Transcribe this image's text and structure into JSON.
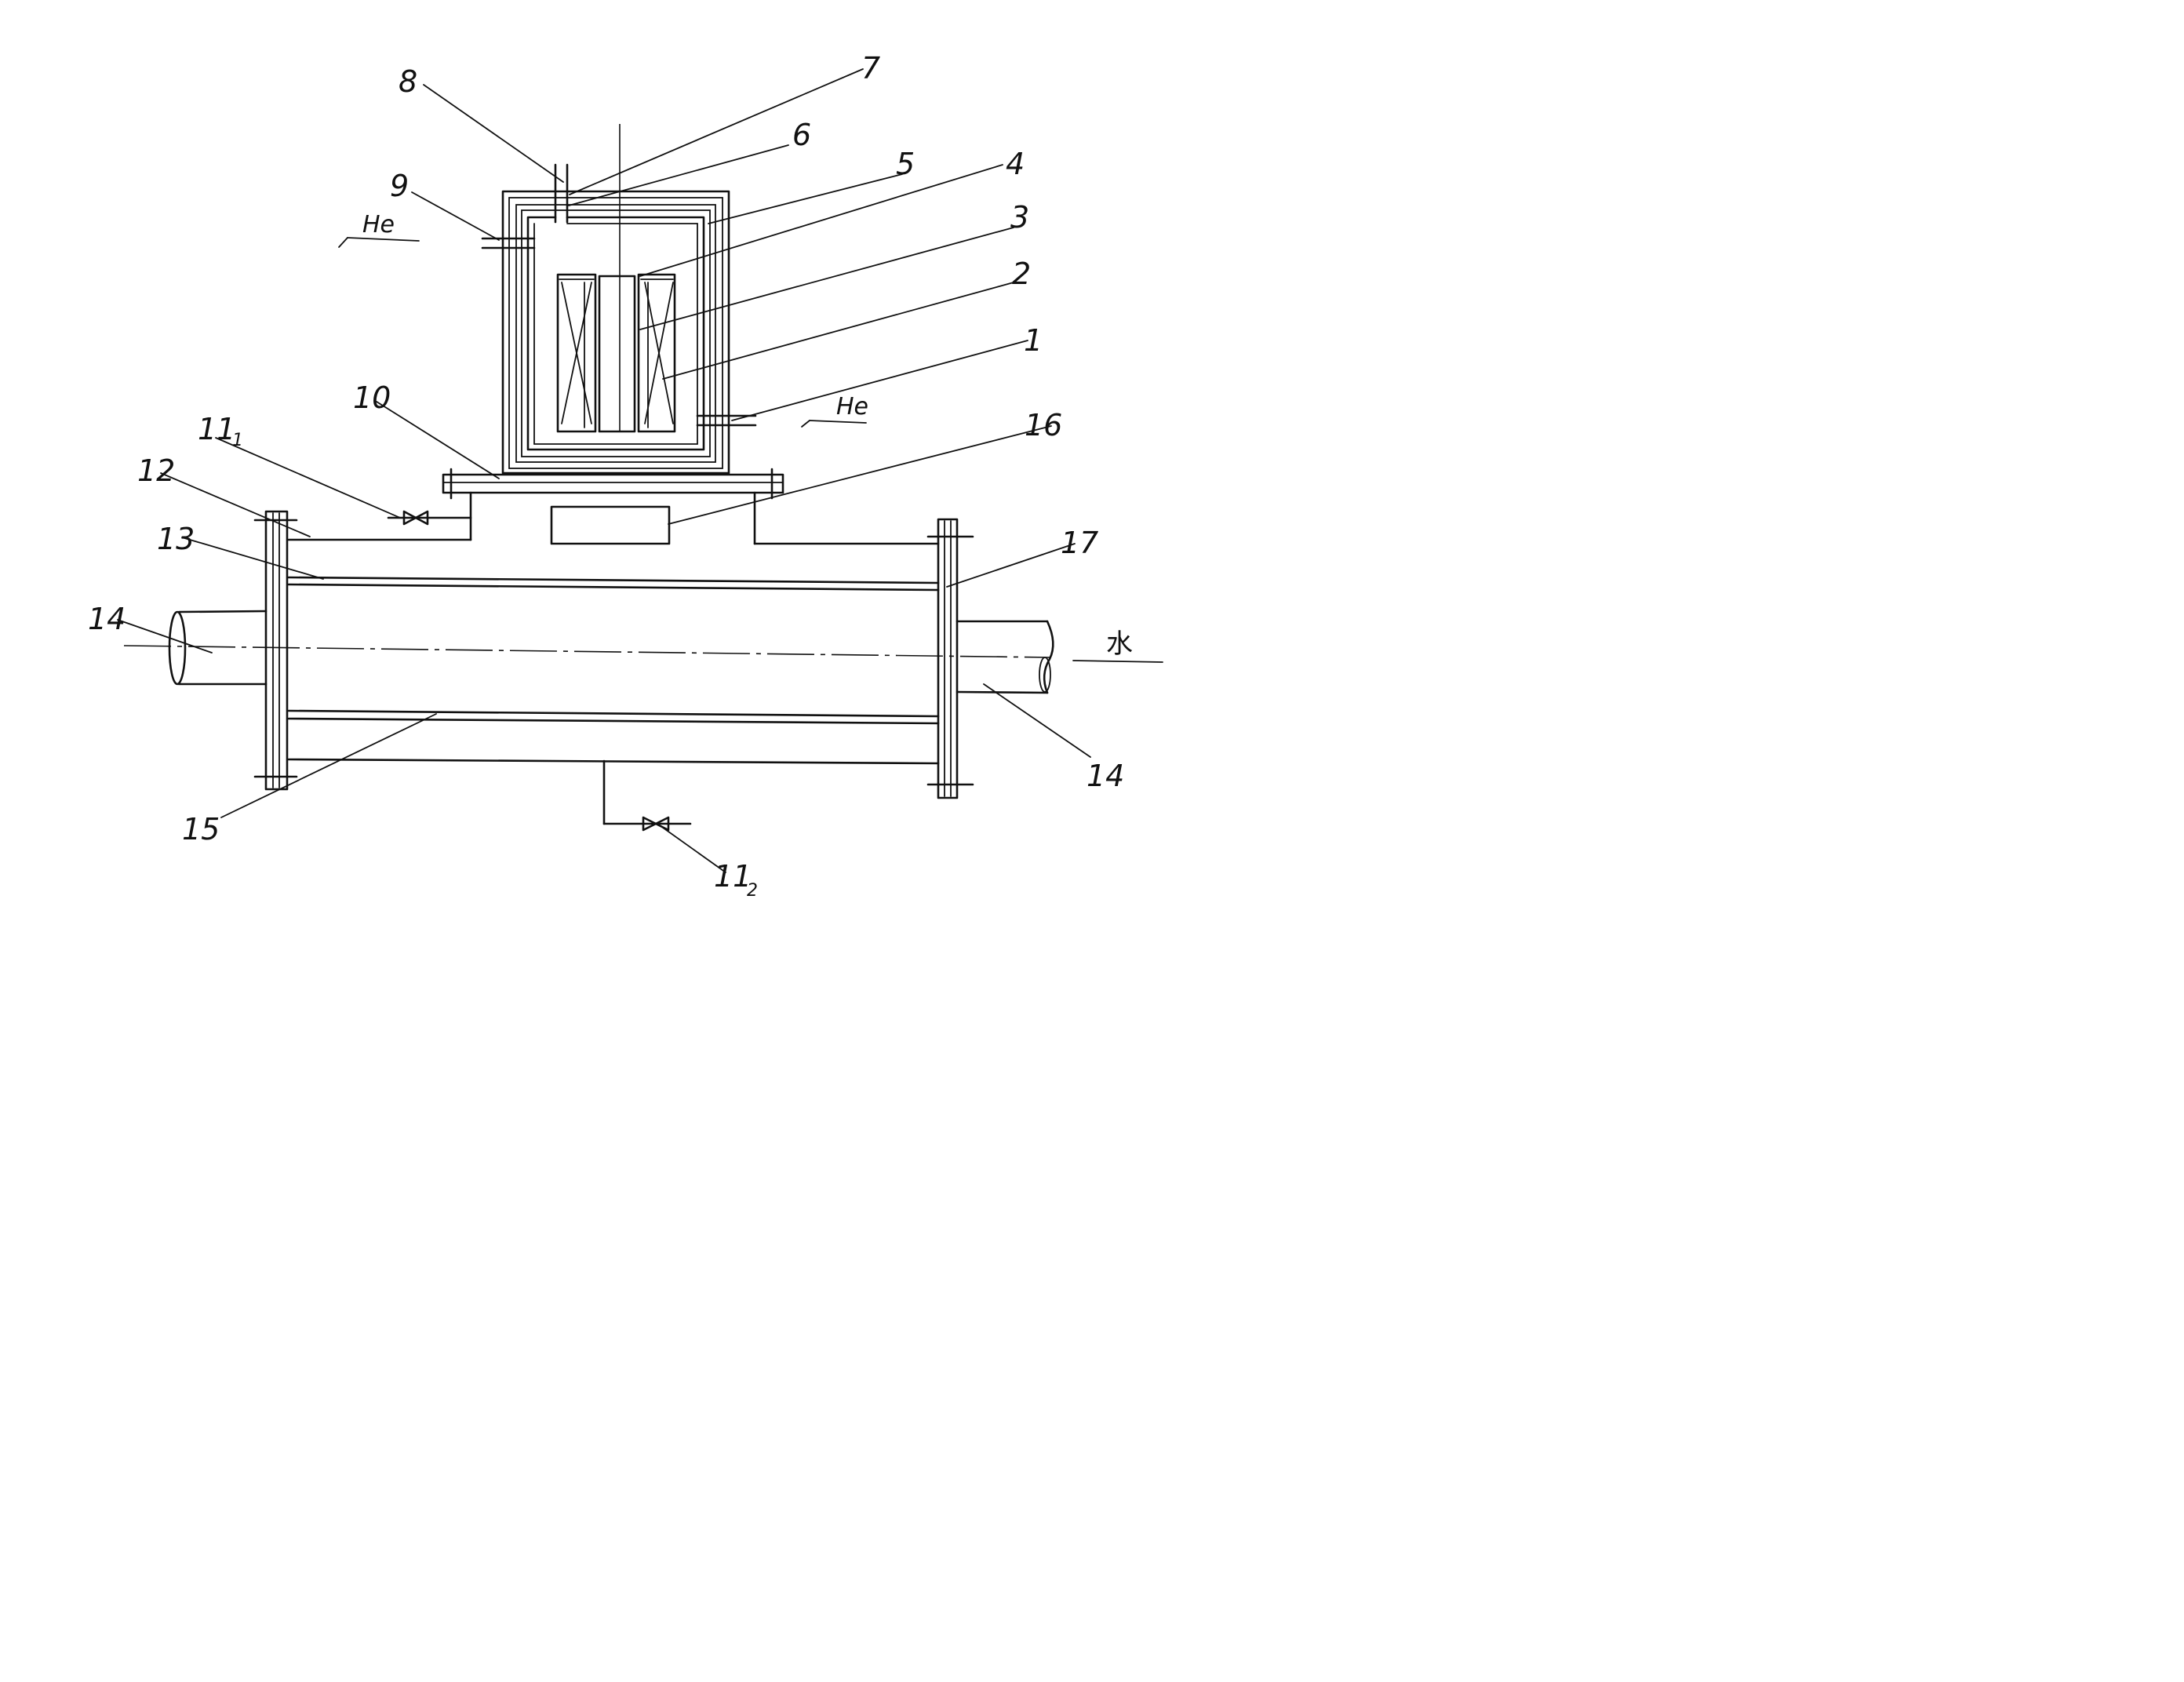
{
  "labels": {
    "l1": "1",
    "l2": "2",
    "l3": "3",
    "l4": "4",
    "l5": "5",
    "l6": "6",
    "l7": "7",
    "l8": "8",
    "l9": "9",
    "l10": "10",
    "l11a_main": "11",
    "l11a_sub": "1",
    "l11b_main": "11",
    "l11b_sub": "2",
    "l12": "12",
    "l13": "13",
    "l14_left": "14",
    "l14_right": "14",
    "l15": "15",
    "l16": "16",
    "l17": "17"
  },
  "flows": {
    "helium_left": "He",
    "helium_right": "He",
    "water": "水"
  }
}
